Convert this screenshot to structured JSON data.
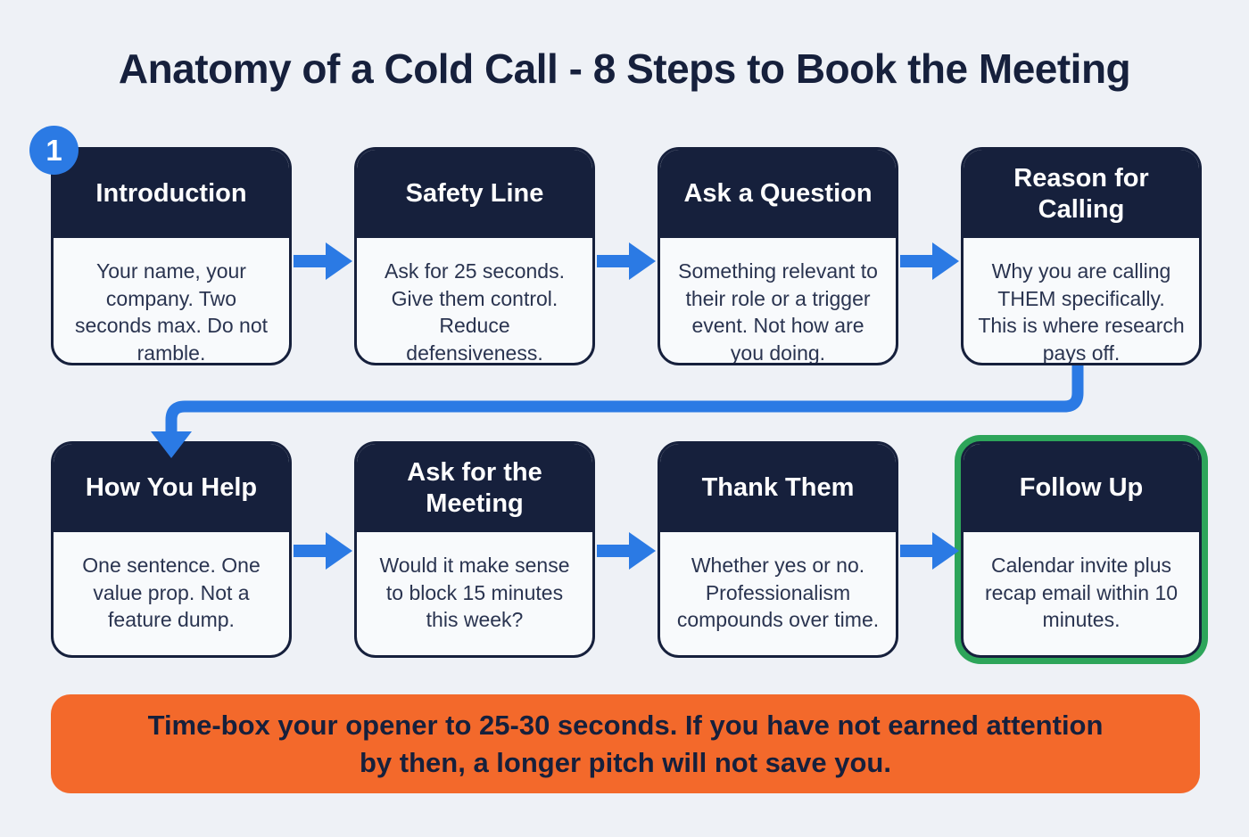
{
  "title": "Anatomy of a Cold Call - 8 Steps to Book the Meeting",
  "badge": {
    "number": "1"
  },
  "colors": {
    "page_bg": "#eef1f6",
    "navy": "#16203c",
    "card_bg": "#f8fafc",
    "accent_blue": "#2b7ae4",
    "green": "#2da55a",
    "orange": "#f3692b"
  },
  "steps": [
    {
      "title": "Introduction",
      "body": "Your name, your company. Two seconds max. Do not ramble."
    },
    {
      "title": "Safety Line",
      "body": "Ask for 25 seconds. Give them control. Reduce defensiveness."
    },
    {
      "title": "Ask a Question",
      "body": "Something relevant to their role or a trigger event. Not how are you doing."
    },
    {
      "title": "Reason for Calling",
      "body": "Why you are calling THEM specifically. This is where research pays off."
    },
    {
      "title": "How You Help",
      "body": "One sentence. One value prop. Not a feature dump."
    },
    {
      "title": "Ask for the Meeting",
      "body": "Would it make sense to block 15 minutes this week?"
    },
    {
      "title": "Thank Them",
      "body": "Whether yes or no. Professionalism compounds over time."
    },
    {
      "title": "Follow Up",
      "body": "Calendar invite plus recap email within 10 minutes.",
      "highlighted": true
    }
  ],
  "footer": {
    "text": "Time-box your opener to 25-30 seconds. If you have not earned attention by then, a longer pitch will not save you."
  }
}
